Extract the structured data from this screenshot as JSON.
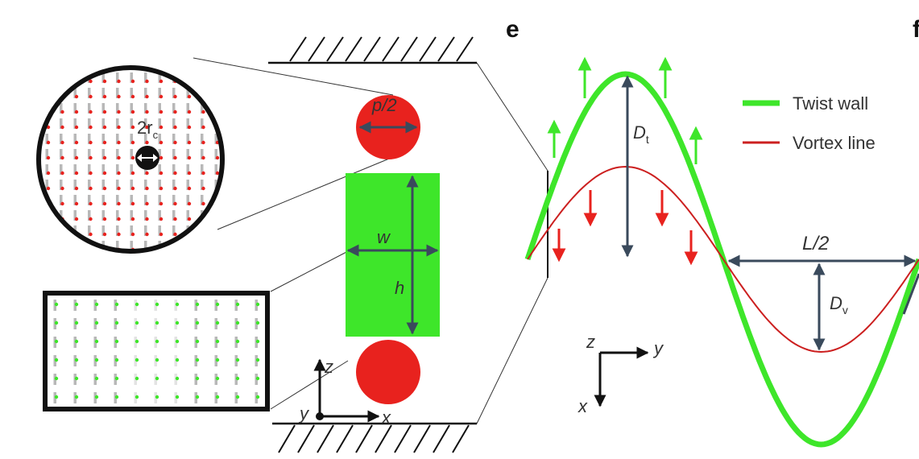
{
  "panel_label_e": "e",
  "panel_label_f": "f",
  "circle_label_main": "2r",
  "circle_label_sub": "c",
  "label_p_half": "p/2",
  "label_w": "w",
  "label_h": "h",
  "axes_left": {
    "z": "z",
    "y": "y",
    "x": "x"
  },
  "axes_right": {
    "z": "z",
    "y": "y",
    "x": "x"
  },
  "label_Dt_main": "D",
  "label_Dt_sub": "t",
  "label_Dv_main": "D",
  "label_Dv_sub": "v",
  "label_L_half": "L/2",
  "legend": [
    {
      "label": "Twist wall",
      "color": "#3ee62a"
    },
    {
      "label": "Vortex line",
      "color": "#cc1f1f"
    }
  ],
  "colors": {
    "green": "#3ee62a",
    "red": "#e8221e",
    "arrow": "#3a4a5c",
    "grey": "#b8b8b8"
  }
}
